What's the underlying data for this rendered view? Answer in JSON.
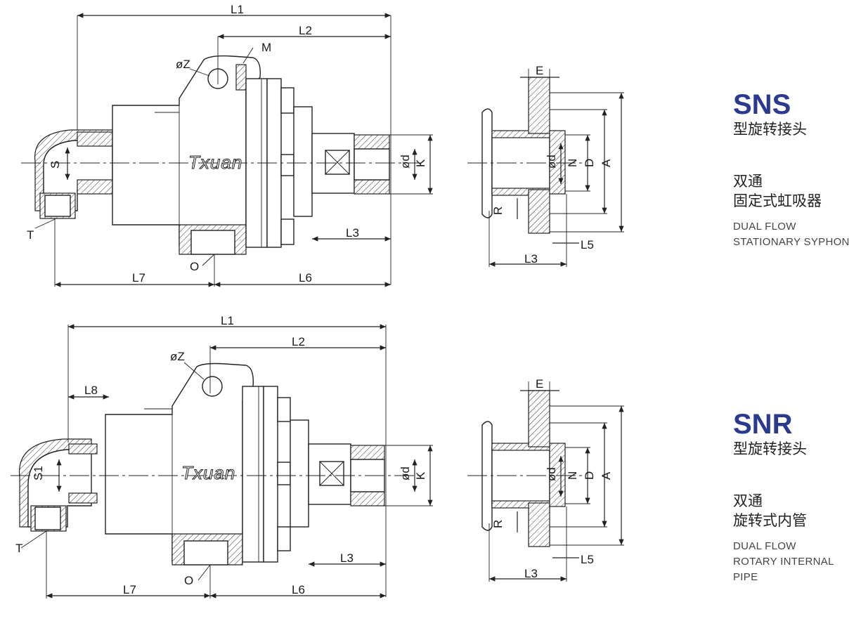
{
  "logo_text": "Txuan",
  "dimension_labels": {
    "L1": "L1",
    "L2": "L2",
    "L3": "L3",
    "L5": "L5",
    "L6": "L6",
    "L7": "L7",
    "L8": "L8",
    "M": "M",
    "phiZ": "øZ",
    "S": "S",
    "S1": "S1",
    "T": "T",
    "O": "O",
    "phid": "ød",
    "K": "K",
    "E": "E",
    "N": "N",
    "D": "D",
    "A": "A",
    "R": "R"
  },
  "products": [
    {
      "model": "SNS",
      "type_cn": "型旋转接头",
      "flow_cn": "双通",
      "mode_cn": "固定式虹吸器",
      "flow_en": "DUAL FLOW",
      "mode_en": "STATIONARY SYPHON"
    },
    {
      "model": "SNR",
      "type_cn": "型旋转接头",
      "flow_cn": "双通",
      "mode_cn": "旋转式内管",
      "flow_en": "DUAL FLOW",
      "mode_en": "ROTARY INTERNAL PIPE"
    }
  ]
}
